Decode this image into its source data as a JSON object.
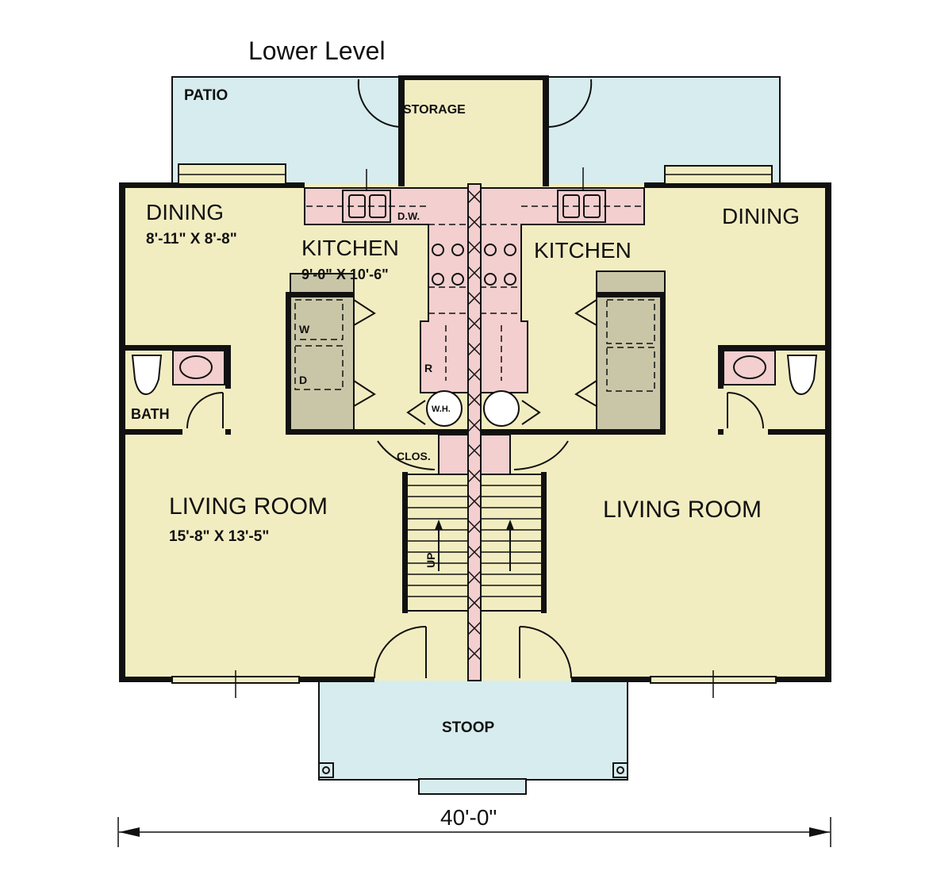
{
  "title": "Lower Level",
  "colors": {
    "interior": "#f2edc1",
    "exterior": "#d7ecee",
    "fixture": "#f3cfcf",
    "laundry": "#c9c6a8",
    "wall": "#111111"
  },
  "rooms": {
    "patio": "PATIO",
    "storage": "STORAGE",
    "dining_left": "DINING",
    "dining_left_dim": "8'-11\" X 8'-8\"",
    "dining_right": "DINING",
    "kitchen_left": "KITCHEN",
    "kitchen_left_dim": "9'-0\" X 10'-6\"",
    "kitchen_right": "KITCHEN",
    "bath": "BATH",
    "living_left": "LIVING ROOM",
    "living_left_dim": "15'-8\" X 13'-5\"",
    "living_right": "LIVING ROOM",
    "closet": "CLOS.",
    "stoop": "STOOP"
  },
  "fixtures": {
    "dishwasher": "D.W.",
    "washer": "W",
    "dryer": "D",
    "refrigerator": "R",
    "water_heater": "W.H.",
    "stairs_up": "UP"
  },
  "dimension": "40'-0\""
}
